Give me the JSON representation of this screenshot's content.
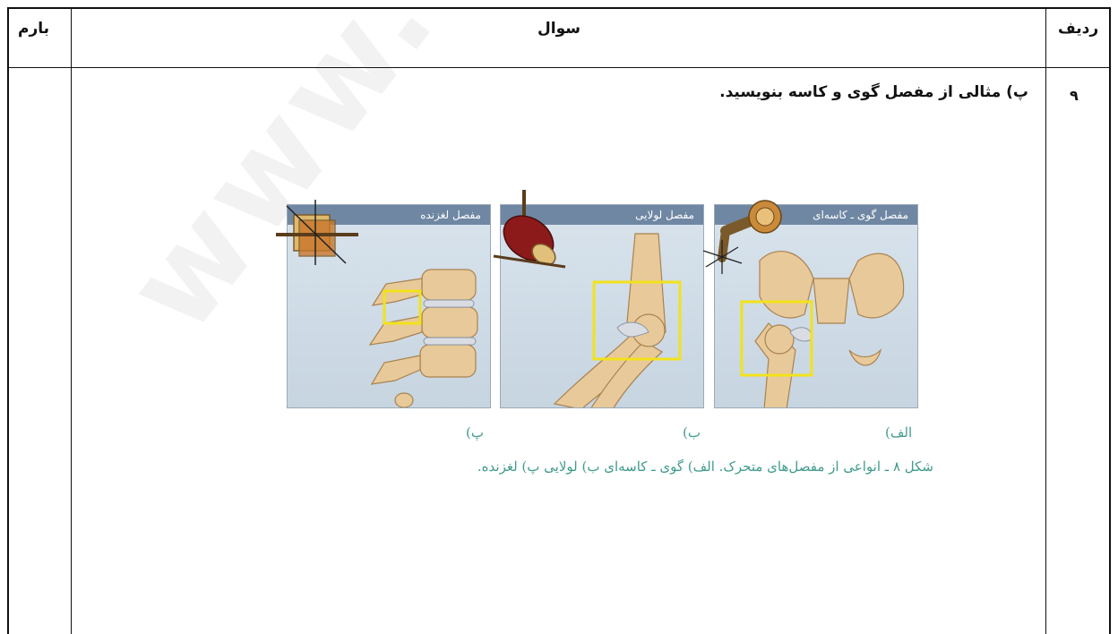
{
  "header": {
    "col_row": "ردیف",
    "col_question": "سوال",
    "col_score": "بارم"
  },
  "question": {
    "number": "۹",
    "text": "پ) مثالی از مفصل گوی و کاسه بنویسید."
  },
  "figure": {
    "panels": [
      {
        "title": "مفصل گوی ـ کاسه‌ای",
        "label": "الف)"
      },
      {
        "title": "مفصل لولایی",
        "label": "ب)"
      },
      {
        "title": "مفصل لغزنده",
        "label": "پ)"
      }
    ],
    "caption": "شکل ۸ ـ انواعی از مفصل‌های متحرک. الف) گوی ـ کاسه‌ای  ب) لولایی  پ) لغزنده.",
    "colors": {
      "accent_text": "#3f9b8c",
      "panel_title_bg": "#6f87a3",
      "highlight_box": "#f2e21a",
      "bone": "#e8c99a"
    }
  },
  "watermark": "www.wrap"
}
